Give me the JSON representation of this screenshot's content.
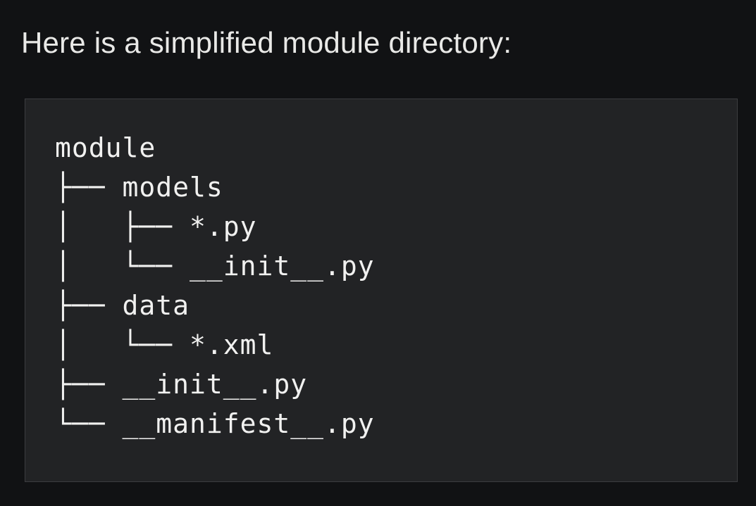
{
  "heading": "Here is a simplified module directory:",
  "tree": {
    "lines": [
      "module",
      "├── models",
      "│   ├── *.py",
      "│   └── __init__.py",
      "├── data",
      "│   └── *.xml",
      "├── __init__.py",
      "└── __manifest__.py"
    ],
    "structure": {
      "root": "module",
      "children": [
        {
          "name": "models",
          "type": "folder",
          "children": [
            {
              "name": "*.py",
              "type": "file"
            },
            {
              "name": "__init__.py",
              "type": "file"
            }
          ]
        },
        {
          "name": "data",
          "type": "folder",
          "children": [
            {
              "name": "*.xml",
              "type": "file"
            }
          ]
        },
        {
          "name": "__init__.py",
          "type": "file"
        },
        {
          "name": "__manifest__.py",
          "type": "file"
        }
      ]
    }
  },
  "colors": {
    "page_background": "#111214",
    "panel_background": "#222325",
    "panel_border": "#3c3d40",
    "heading_text": "#e9e9e7",
    "tree_text": "#f1f1f0"
  }
}
